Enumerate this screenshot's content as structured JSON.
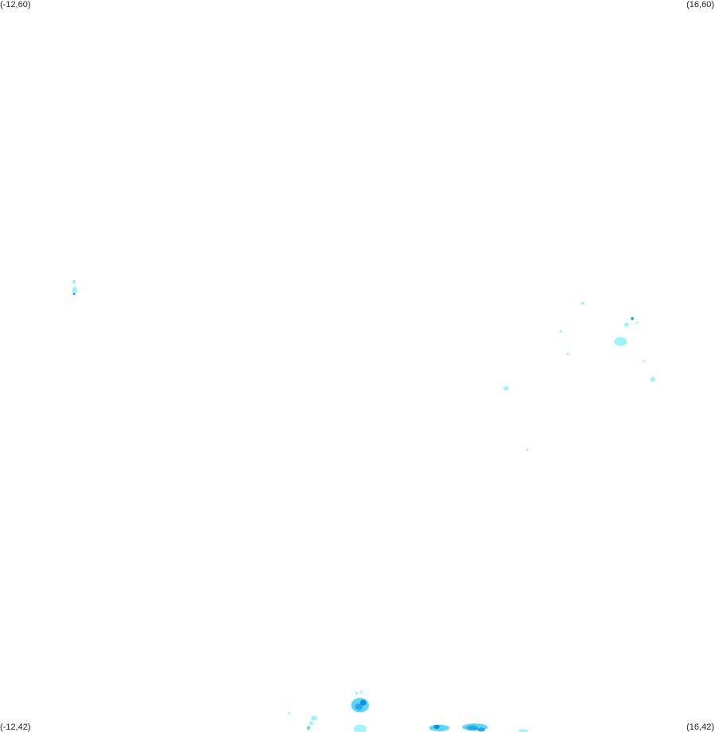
{
  "map": {
    "corners": {
      "top_left": "(-12,60)",
      "top_right": "(16,60)",
      "bottom_left": "(-12,42)",
      "bottom_right": "(16,42)"
    },
    "extent": {
      "lon_min": -12,
      "lon_max": 16,
      "lat_min": 42,
      "lat_max": 60
    },
    "palette": {
      "light": "#9ff3fb",
      "medium": "#5fd4f5",
      "strong": "#23aaea",
      "intense": "#0f8fe0"
    },
    "echoes": [
      {
        "lon": 8.65,
        "lat": 48.94,
        "rx": 0.05,
        "ry": 0.03,
        "level": "light"
      },
      {
        "lon": 12.3,
        "lat": 51.6,
        "rx": 0.25,
        "ry": 0.11,
        "level": "light"
      },
      {
        "lon": 10.82,
        "lat": 52.54,
        "rx": 0.08,
        "ry": 0.04,
        "level": "light"
      },
      {
        "lon": 7.82,
        "lat": 50.45,
        "rx": 0.1,
        "ry": 0.06,
        "level": "light"
      },
      {
        "lon": 10.23,
        "lat": 51.3,
        "rx": 0.05,
        "ry": 0.03,
        "level": "light"
      },
      {
        "lon": 12.53,
        "lat": 52.02,
        "rx": 0.09,
        "ry": 0.05,
        "level": "light"
      },
      {
        "lon": 12.95,
        "lat": 52.06,
        "rx": 0.05,
        "ry": 0.03,
        "level": "light"
      },
      {
        "lon": 12.76,
        "lat": 52.17,
        "rx": 0.06,
        "ry": 0.04,
        "level": "strong"
      },
      {
        "lon": 9.96,
        "lat": 51.85,
        "rx": 0.06,
        "ry": 0.03,
        "level": "light"
      },
      {
        "lon": 13.2,
        "lat": 51.12,
        "rx": 0.05,
        "ry": 0.03,
        "level": "light"
      },
      {
        "lon": 13.56,
        "lat": 50.67,
        "rx": 0.1,
        "ry": 0.06,
        "level": "light"
      },
      {
        "lon": -9.1,
        "lat": 53.07,
        "rx": 0.07,
        "ry": 0.05,
        "level": "light"
      },
      {
        "lon": -9.08,
        "lat": 52.86,
        "rx": 0.1,
        "ry": 0.09,
        "level": "light"
      },
      {
        "lon": -9.1,
        "lat": 52.77,
        "rx": 0.04,
        "ry": 0.03,
        "level": "strong"
      },
      {
        "lon": 2.1,
        "lat": 42.66,
        "rx": 0.35,
        "ry": 0.18,
        "level": "medium"
      },
      {
        "lon": 2.05,
        "lat": 42.62,
        "rx": 0.15,
        "ry": 0.08,
        "level": "strong"
      },
      {
        "lon": 2.22,
        "lat": 42.72,
        "rx": 0.12,
        "ry": 0.07,
        "level": "intense"
      },
      {
        "lon": 1.96,
        "lat": 42.95,
        "rx": 0.06,
        "ry": 0.04,
        "level": "light"
      },
      {
        "lon": 2.15,
        "lat": 42.98,
        "rx": 0.05,
        "ry": 0.04,
        "level": "light"
      },
      {
        "lon": 2.1,
        "lat": 42.08,
        "rx": 0.25,
        "ry": 0.1,
        "level": "light"
      },
      {
        "lon": 0.3,
        "lat": 42.34,
        "rx": 0.12,
        "ry": 0.06,
        "level": "light"
      },
      {
        "lon": 0.18,
        "lat": 42.22,
        "rx": 0.08,
        "ry": 0.05,
        "level": "light"
      },
      {
        "lon": 0.08,
        "lat": 42.1,
        "rx": 0.06,
        "ry": 0.05,
        "level": "medium"
      },
      {
        "lon": -0.68,
        "lat": 42.46,
        "rx": 0.05,
        "ry": 0.03,
        "level": "light"
      },
      {
        "lon": 5.2,
        "lat": 42.1,
        "rx": 0.4,
        "ry": 0.08,
        "level": "medium"
      },
      {
        "lon": 5.1,
        "lat": 42.13,
        "rx": 0.12,
        "ry": 0.05,
        "level": "intense"
      },
      {
        "lon": 6.6,
        "lat": 42.12,
        "rx": 0.5,
        "ry": 0.09,
        "level": "medium"
      },
      {
        "lon": 6.5,
        "lat": 42.1,
        "rx": 0.22,
        "ry": 0.06,
        "level": "strong"
      },
      {
        "lon": 6.85,
        "lat": 42.06,
        "rx": 0.15,
        "ry": 0.05,
        "level": "strong"
      },
      {
        "lon": 8.5,
        "lat": 42.03,
        "rx": 0.2,
        "ry": 0.04,
        "level": "light"
      }
    ]
  }
}
